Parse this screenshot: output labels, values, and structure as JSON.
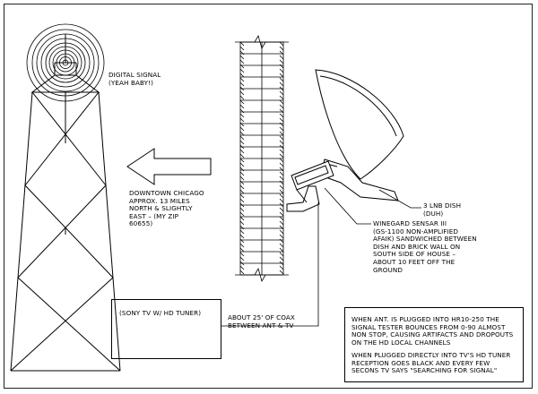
{
  "labels": {
    "digital_signal": "DIGITAL SIGNAL\n(YEAH BABY!)",
    "downtown": "DOWNTOWN CHICAGO\nAPPROX. 13 MILES\nNORTH & SLIGHTLY\nEAST – (MY ZIP\n60655)",
    "dish": "3 LNB DISH\n(DUH)",
    "antenna": "WINEGARD SENSAR III\n(GS-1100 NON-AMPLIFIED\nAFAIK) SANDWICHED BETWEEN\nDISH AND BRICK WALL ON\nSOUTH SIDE OF HOUSE –\nABOUT 10 FEET OFF THE\nGROUND",
    "tv": "(SONY TV W/ HD TUNER)",
    "coax": "ABOUT 25' OF COAX\nBETWEEN ANT & TV"
  },
  "note": {
    "para1": "WHEN ANT. IS PLUGGED INTO HR10-250 THE\nSIGNAL TESTER BOUNCES FROM 0-90 ALMOST\nNON STOP, CAUSING ARTIFACTS AND DROPOUTS\nON THE HD LOCAL CHANNELS",
    "para2": "WHEN PLUGGED DIRECTLY INTO TV'S HD TUNER\nRECEPTION GOES BLACK AND EVERY FEW\nSECONS TV SAYS \"SEARCHING FOR SIGNAL\""
  }
}
